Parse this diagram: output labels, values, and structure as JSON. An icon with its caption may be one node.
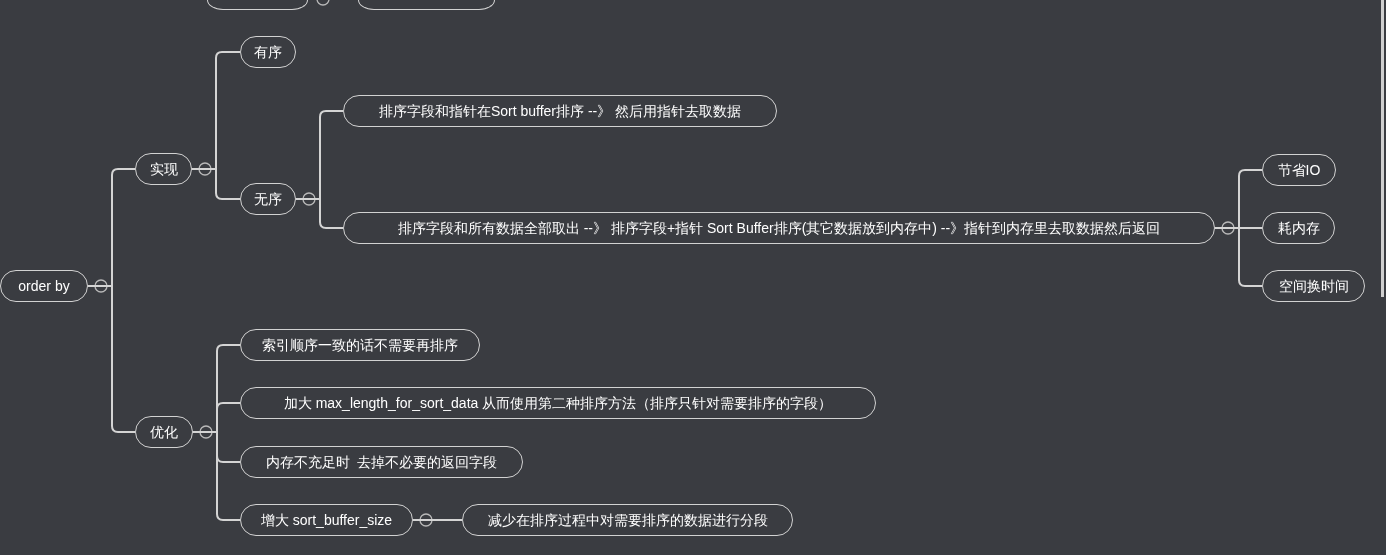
{
  "diagram": {
    "nodes": [
      {
        "text": [],
        "shape": "box"
      },
      {
        "text": [],
        "shape": "box"
      },
      {
        "text": [
          "order by"
        ]
      },
      {
        "text": [
          "实现"
        ]
      },
      {
        "text": [
          "有序"
        ]
      },
      {
        "text": [
          "无序"
        ]
      },
      {
        "text": [
          "排序字段和指针在Sort buffer排序 --》 然后用指针去取数据"
        ]
      },
      {
        "text": [
          "排序字段和所有数据全部取出 --》 排序字段+指针 Sort Buffer排序(其它数据放到内存中) --》指针到内存里去取数据然后返回"
        ]
      },
      {
        "text": [
          "节省IO"
        ]
      },
      {
        "text": [
          "耗内存"
        ]
      },
      {
        "text": [
          "空间换时间"
        ]
      },
      {
        "text": [
          "优化"
        ]
      },
      {
        "text": [
          "索引顺序一致的话不需要再排序"
        ]
      },
      {
        "text": [
          "加大 max_length_for_sort_data 从而使用第二种排序方法（排序只针对需要排序的字段）"
        ]
      },
      {
        "text": [
          "内存不充足时  去掉不必要的返回字段"
        ]
      },
      {
        "text": [
          "增大 sort_buffer_size"
        ]
      },
      {
        "text": [
          "减少在排序过程中对需要排序的数据进行分段"
        ]
      }
    ],
    "edges": [
      {
        "from": 2,
        "to": 3,
        "arrow": "none"
      },
      {
        "from": 2,
        "to": 11,
        "arrow": "none"
      },
      {
        "from": 3,
        "to": 4,
        "arrow": "none"
      },
      {
        "from": 3,
        "to": 5,
        "arrow": "none"
      },
      {
        "from": 5,
        "to": 6,
        "arrow": "none"
      },
      {
        "from": 5,
        "to": 7,
        "arrow": "none"
      },
      {
        "from": 7,
        "to": 8,
        "arrow": "none"
      },
      {
        "from": 7,
        "to": 9,
        "arrow": "none"
      },
      {
        "from": 7,
        "to": 10,
        "arrow": "none"
      },
      {
        "from": 11,
        "to": 12,
        "arrow": "none"
      },
      {
        "from": 11,
        "to": 13,
        "arrow": "none"
      },
      {
        "from": 11,
        "to": 14,
        "arrow": "none"
      },
      {
        "from": 11,
        "to": 15,
        "arrow": "none"
      },
      {
        "from": 15,
        "to": 16,
        "arrow": "none"
      }
    ]
  }
}
